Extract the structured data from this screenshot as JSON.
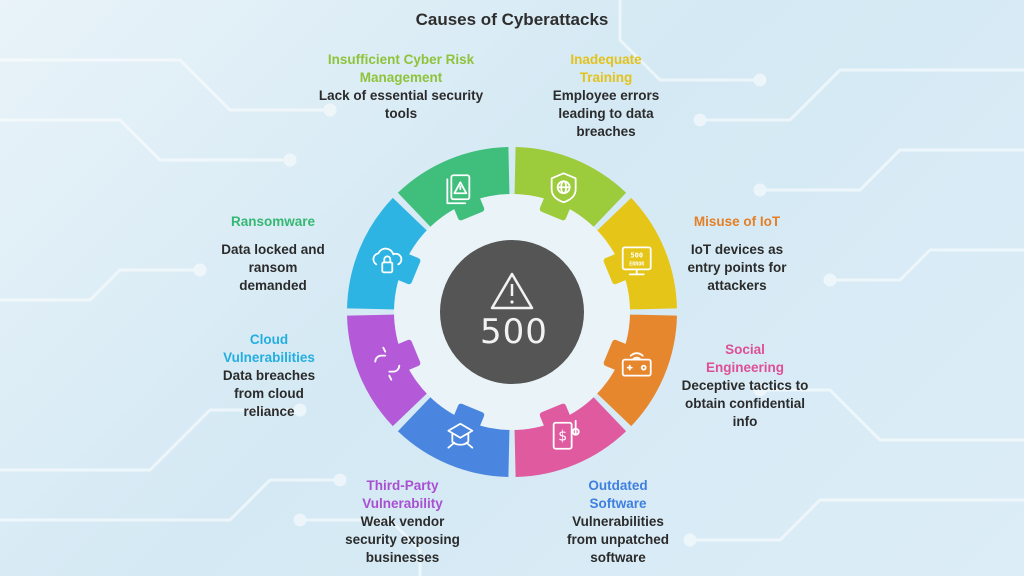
{
  "title": "Causes of Cyberattacks",
  "center": {
    "label": "500",
    "icon": "warning-triangle-icon",
    "color": "#555555"
  },
  "causes": [
    {
      "title": "Insufficient Cyber Risk Management",
      "desc": "Lack of essential security tools",
      "color": "#9ccb3b",
      "title_color": "#8ec33a",
      "icon": "shield-globe-icon"
    },
    {
      "title": "Inadequate Training",
      "desc": "Employee errors leading to data breaches",
      "color": "#e6c519",
      "title_color": "#e3c21b",
      "icon": "error-500-monitor-icon",
      "icon_text": "500 ERROR"
    },
    {
      "title": "Misuse of IoT",
      "desc": "IoT devices as entry points for attackers",
      "color": "#e6862d",
      "title_color": "#e57f25",
      "icon": "iot-device-icon"
    },
    {
      "title": "Social Engineering",
      "desc": "Deceptive tactics to obtain confidential info",
      "color": "#e05aa0",
      "title_color": "#de4f96",
      "icon": "dollar-phishing-icon"
    },
    {
      "title": "Outdated Software",
      "desc": "Vulnerabilities from unpatched software",
      "color": "#4a86df",
      "title_color": "#3f7fe0",
      "icon": "software-badge-icon"
    },
    {
      "title": "Third-Party Vulnerability",
      "desc": "Weak vendor security exposing businesses",
      "color": "#b45ad9",
      "title_color": "#a94fd2",
      "icon": "broken-link-icon"
    },
    {
      "title": "Cloud Vulnerabilities",
      "desc": "Data breaches from cloud reliance",
      "color": "#2eb4e2",
      "title_color": "#23aee0",
      "icon": "cloud-lock-icon"
    },
    {
      "title": "Ransomware",
      "desc": "Data locked and ransom demanded",
      "color": "#3fbe7c",
      "title_color": "#35b873",
      "icon": "locked-document-icon"
    }
  ]
}
